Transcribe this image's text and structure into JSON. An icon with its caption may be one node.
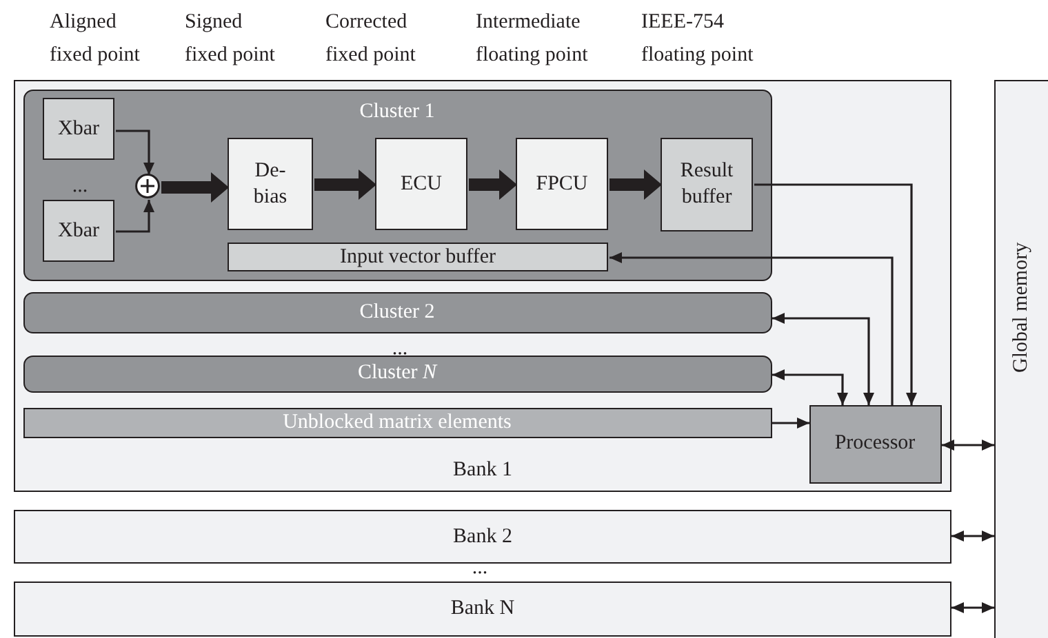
{
  "diagram": {
    "nodes": [
      {
        "text": [
          "Bank 1"
        ]
      },
      {
        "text": [
          "Cluster 1"
        ],
        "in": 0
      },
      {
        "text": [
          "Xbar"
        ],
        "in": 1
      },
      {
        "text": [
          "Xbar"
        ],
        "in": 1
      },
      {
        "text": [],
        "shape": "circle",
        "in": 1
      },
      {
        "text": [
          "De- bias"
        ],
        "in": 1
      },
      {
        "text": [
          "ECU"
        ],
        "in": 1
      },
      {
        "text": [
          "FPCU"
        ],
        "in": 1
      },
      {
        "text": [
          "Result buffer"
        ],
        "in": 1
      },
      {
        "text": [
          "Input vector buffer"
        ],
        "in": 1
      },
      {
        "text": [
          "Cluster 2"
        ],
        "in": 0
      },
      {
        "text": [
          "Cluster *N*"
        ],
        "in": 0
      },
      {
        "text": [
          "Unblocked matrix elements"
        ],
        "in": 0
      },
      {
        "text": [
          "Processor"
        ],
        "in": 0
      },
      {
        "text": [
          "Bank 2"
        ]
      },
      {
        "text": [
          "Bank N"
        ]
      },
      {
        "text": [
          "Global memory"
        ]
      }
    ],
    "edges": [
      {
        "from": 2,
        "to": 4,
        "arrow": "to"
      },
      {
        "from": 3,
        "to": 4,
        "arrow": "to"
      },
      {
        "from": 4,
        "to": 5,
        "arrow": "to",
        "style": "thick"
      },
      {
        "from": 5,
        "to": 6,
        "arrow": "to",
        "style": "thick"
      },
      {
        "from": 6,
        "to": 7,
        "arrow": "to",
        "style": "thick"
      },
      {
        "from": 7,
        "to": 8,
        "arrow": "to",
        "style": "thick"
      },
      {
        "from": 8,
        "to": 13,
        "arrow": "to"
      },
      {
        "from": 13,
        "to": 9,
        "arrow": "to"
      },
      {
        "from": 10,
        "to": 13,
        "arrow": "both"
      },
      {
        "from": 11,
        "to": 13,
        "arrow": "both"
      },
      {
        "from": 12,
        "to": 13,
        "arrow": "to"
      },
      {
        "from": 13,
        "to": 16,
        "arrow": "both"
      },
      {
        "from": 14,
        "to": 16,
        "arrow": "both"
      },
      {
        "from": 15,
        "to": 16,
        "arrow": "both"
      }
    ],
    "labels": [
      "Aligned fixed point",
      "Signed fixed point",
      "Corrected fixed point",
      "Intermediate floating point",
      "IEEE-754 floating point",
      "...",
      "...",
      "..."
    ]
  }
}
